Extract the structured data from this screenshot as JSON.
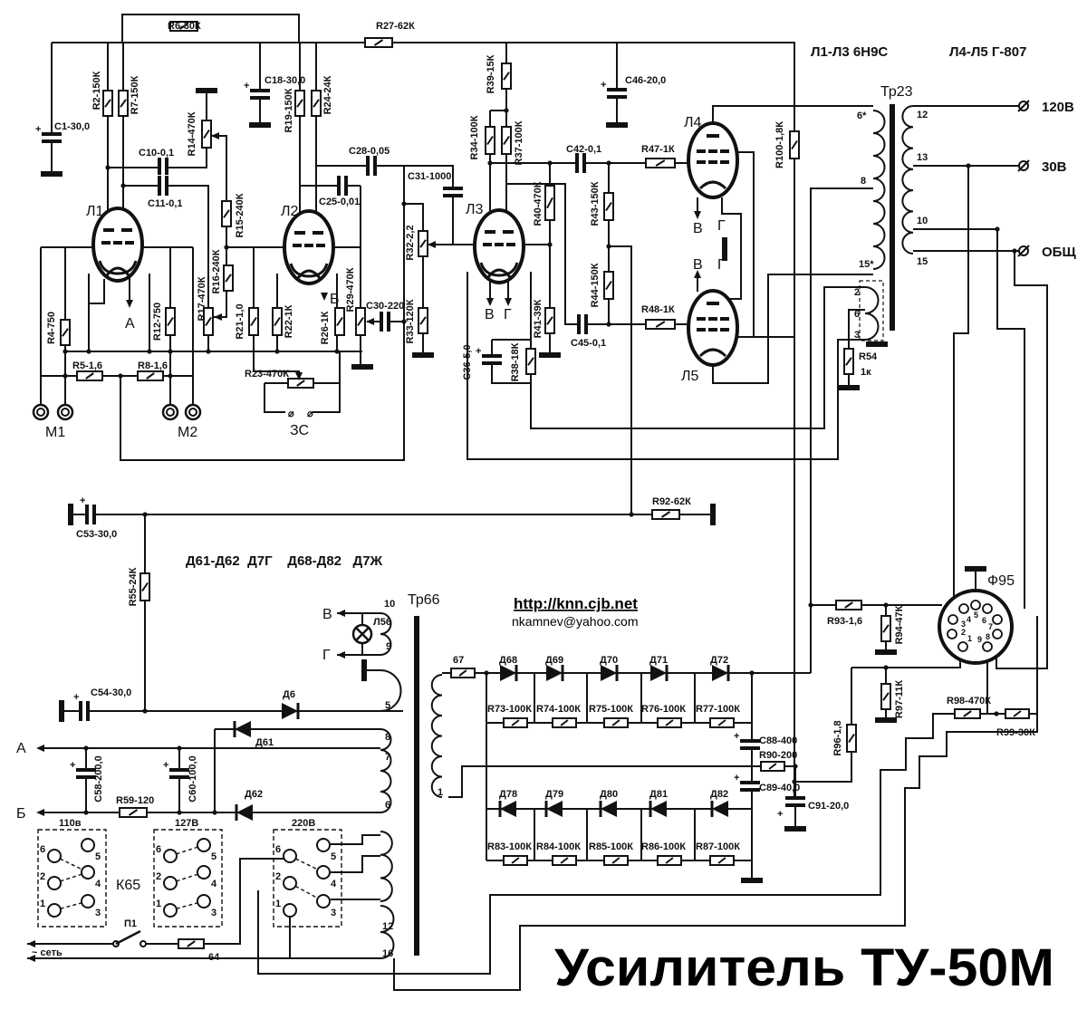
{
  "title": "Усилитель ТУ-50М",
  "website": "http://knn.cjb.net",
  "email": "nkamnev@yahoo.com",
  "tube_types": {
    "l1_l3": "Л1-Л3  6Н9С",
    "l4_l5": "Л4-Л5  Г-807"
  },
  "diode_types": "Д61-Д62  Д7Г    Д68-Д82   Д7Ж",
  "outputs": {
    "v120": "120В",
    "v30": "30В",
    "common": "ОБЩ"
  },
  "switch_contacts": [
    "6",
    "5",
    "2",
    "4",
    "1",
    "3"
  ],
  "socket_pins": [
    "1",
    "2",
    "3",
    "4",
    "5",
    "6",
    "7",
    "8",
    "9"
  ],
  "labels": {
    "R6": "R6-30К",
    "R27": "R27-62К",
    "C1": "C1-30,0",
    "R2": "R2-150К",
    "R7": "R7-150К",
    "C18": "C18-30,0",
    "R14": "R14-470К",
    "C10": "C10-0,1",
    "C11": "C11-0,1",
    "R15": "R15-240К",
    "R16": "R16-240К",
    "R17": "R17-470К",
    "R19": "R19-150К",
    "R24": "R24-24К",
    "C28": "C28-0,05",
    "C25": "C25-0,01",
    "C31": "C31-1000",
    "R32": "R32-2,2",
    "R33": "R33-120К",
    "R29": "R29-470К",
    "C30": "C30-220",
    "R4": "R4-750",
    "R12": "R12-750",
    "R21": "R21-1,0",
    "R22": "R22-1К",
    "R26": "R26-1К",
    "R5": "R5-1,6",
    "R8": "R8-1,6",
    "R23": "R23-470К",
    "ZS": "ЗС",
    "M1": "М1",
    "M2": "М2",
    "L1": "Л1",
    "L2": "Л2",
    "L3": "Л3",
    "L4": "Л4",
    "L5": "Л5",
    "A_top": "А",
    "B_top": "Б",
    "R39": "R39-15К",
    "R34": "R34-100К",
    "R37": "R37-100К",
    "C46": "C46-20,0",
    "C42": "C42-0,1",
    "R47": "R47-1К",
    "R40": "R40-470К",
    "R43": "R43-150К",
    "R44": "R44-150К",
    "R41": "R41-39К",
    "C36": "C36-5,0",
    "R38": "R38-18К",
    "C45": "C45-0,1",
    "R48": "R48-1К",
    "R100": "R100-1,8К",
    "l3_v": "В",
    "l3_g": "Г",
    "l4_v": "В",
    "l4_g": "Г",
    "l5_v": "В",
    "l5_g": "Г",
    "TR23": "Тр23",
    "p6s": "6*",
    "p8": "8",
    "p15s": "15*",
    "s12": "12",
    "s13": "13",
    "s10": "10",
    "s15": "15",
    "f2": "2",
    "f6": "6",
    "f3": "3",
    "R54": "R54",
    "R54v": "1к",
    "C53": "C53-30,0",
    "R92": "R92-62К",
    "R55": "R55-24К",
    "TR66": "Тр66",
    "lamp_v": "В",
    "lamp_g": "Г",
    "L56": "Л56",
    "w10": "10",
    "w9": "9",
    "C54": "C54-30,0",
    "D6": "Д6",
    "w5": "5",
    "w8": "8",
    "w7": "7",
    "w6": "6",
    "D61": "Д61",
    "D62": "Д62",
    "A_out": "А",
    "B_out": "Б",
    "C58": "C58-200,0",
    "C60": "C60-100,0",
    "R59": "R59-120",
    "sw110": "110в",
    "sw127": "127В",
    "sw220": "220В",
    "K65": "К65",
    "P1": "П1",
    "mains": "~ сеть",
    "F64": "64",
    "w12": "12",
    "w16": "16",
    "F67": "67",
    "w1": "1",
    "D68": "Д68",
    "D69": "Д69",
    "D70": "Д70",
    "D71": "Д71",
    "D72": "Д72",
    "D78": "Д78",
    "D79": "Д79",
    "D80": "Д80",
    "D81": "Д81",
    "D82": "Д82",
    "R73": "R73-100К",
    "R74": "R74-100К",
    "R75": "R75-100К",
    "R76": "R76-100К",
    "R77": "R77-100К",
    "R83": "R83-100К",
    "R84": "R84-100К",
    "R85": "R85-100К",
    "R86": "R86-100К",
    "R87": "R87-100К",
    "C88": "C88-400",
    "R90": "R90-200",
    "C89": "C89-40,0",
    "C91": "C91-20,0",
    "R93": "R93-1,6",
    "R94": "R94-47К",
    "R97": "R97-11К",
    "R96": "R96-1,8",
    "R98": "R98-470К",
    "R99": "R99-30К",
    "F95": "Ф95"
  }
}
